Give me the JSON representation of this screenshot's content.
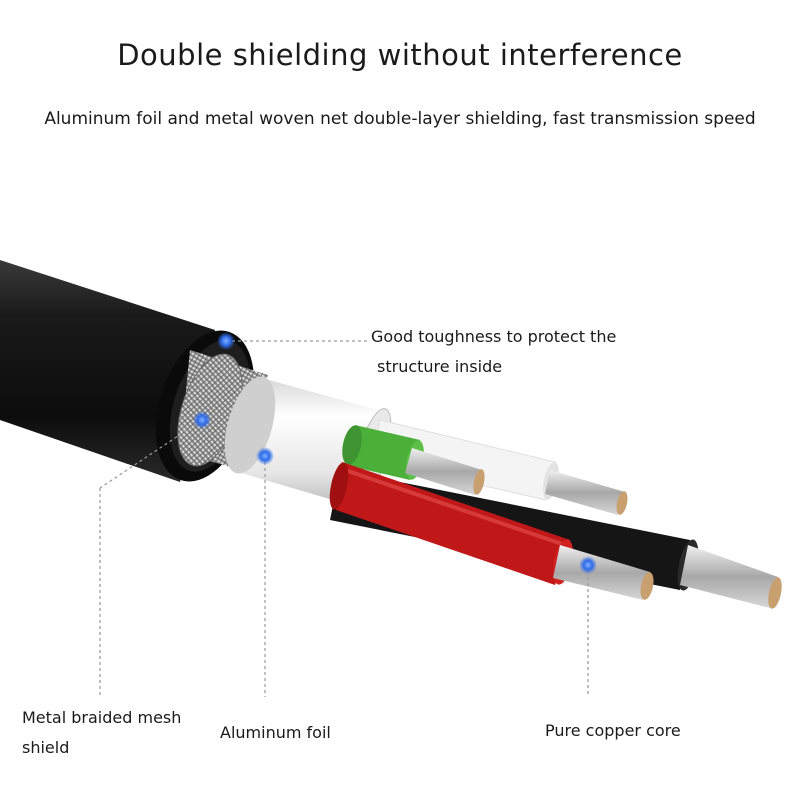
{
  "header": {
    "title": "Double shielding without interference",
    "subtitle": "Aluminum foil and metal woven net double-layer shielding, fast transmission speed"
  },
  "callouts": {
    "jacket": {
      "line1": "Good toughness to protect the",
      "line2": "structure inside"
    },
    "mesh": {
      "line1": "Metal braided mesh",
      "line2": "shield"
    },
    "foil": {
      "text": "Aluminum foil"
    },
    "core": {
      "text": "Pure copper core"
    }
  },
  "colors": {
    "jacket": "#141414",
    "wire_green": "#4caf3a",
    "wire_red": "#c01818",
    "wire_white": "#f4f4f4",
    "wire_black": "#151515",
    "marker": "#2f6be8"
  }
}
